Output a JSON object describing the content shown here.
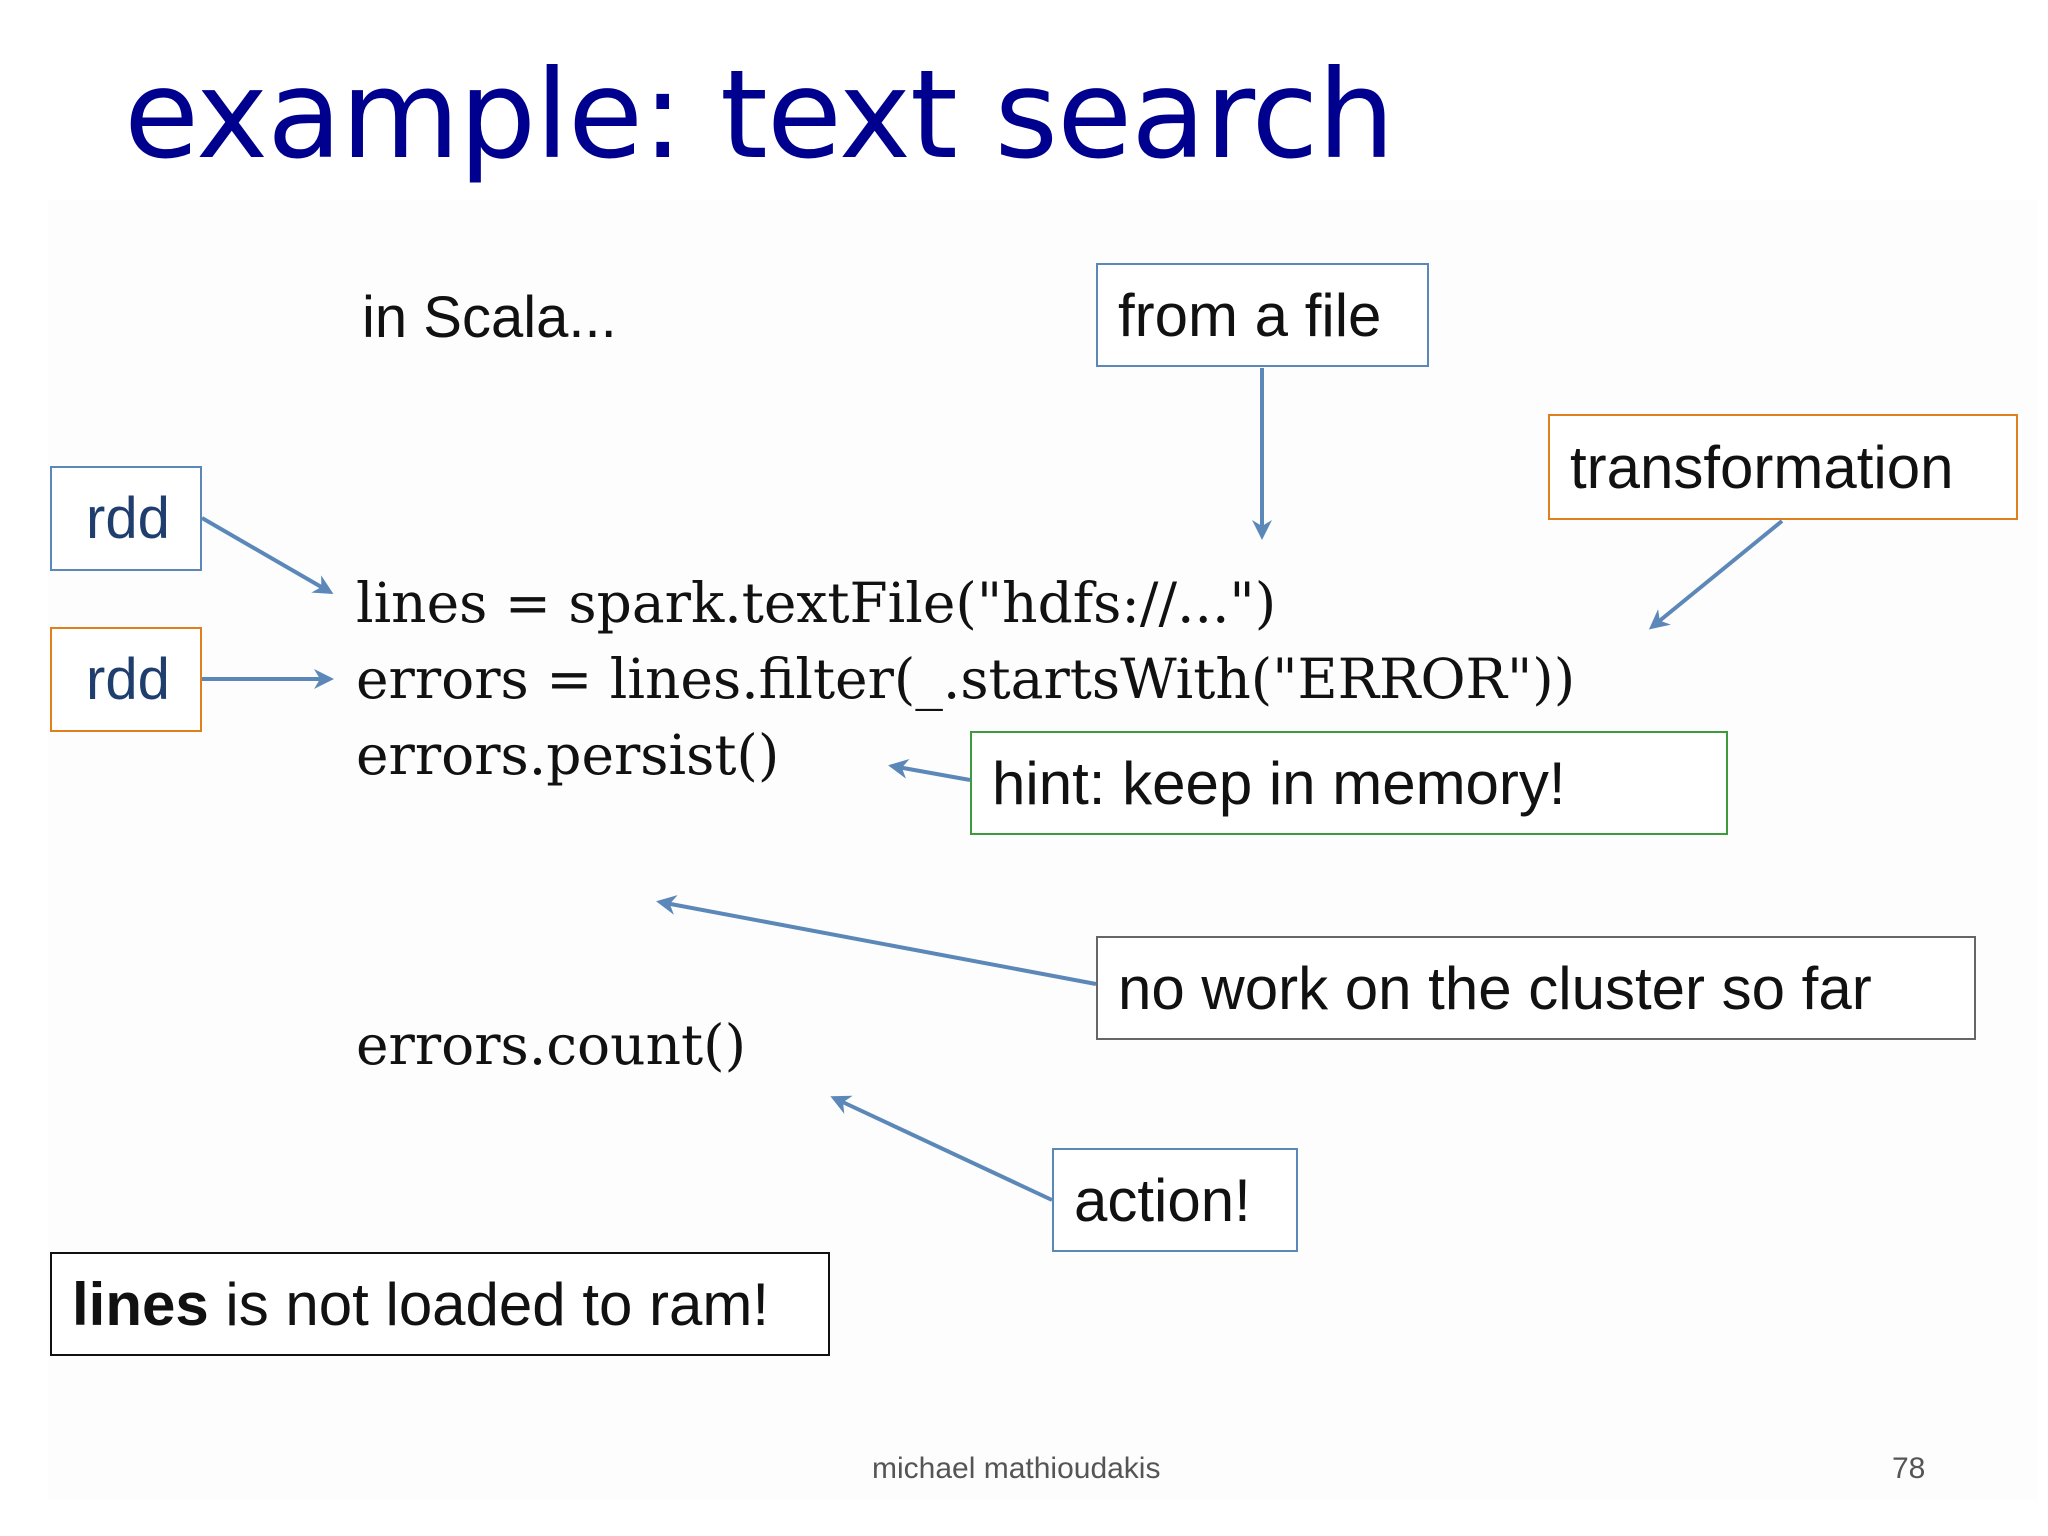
{
  "title": "example: text search",
  "subtitle": "in Scala...",
  "code": {
    "line1": "lines = spark.textFile(\"hdfs://...\")",
    "line2": "errors = lines.filter(_.startsWith(\"ERROR\"))",
    "line3": "errors.persist()",
    "line4": "errors.count()"
  },
  "callouts": {
    "from_file": "from a file",
    "transformation": "transformation",
    "rdd_1": "rdd",
    "rdd_2": "rdd",
    "hint": "hint: keep in memory!",
    "no_work": "no work on the cluster so far",
    "action": "action!",
    "lines_bold": "lines",
    "lines_rest": " is not loaded to ram!"
  },
  "footer": {
    "author": "michael mathioudakis",
    "page": "78"
  },
  "colors": {
    "title": "#00008f",
    "arrow": "#5b88b8",
    "border_blue": "#5b88b8",
    "border_orange": "#e0801d",
    "border_green": "#3d9a3d"
  }
}
